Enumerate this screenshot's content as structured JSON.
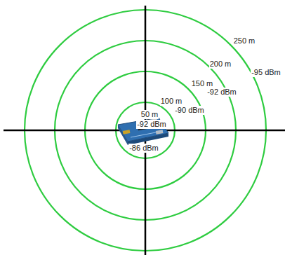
{
  "diagram": {
    "labels": [
      "250 m",
      "200 m",
      "-95 dBm",
      "150 m",
      "-92 dBm",
      "100 m",
      "-90 dBm",
      "50 m",
      "-92 dBm",
      "-86 dBm"
    ]
  }
}
